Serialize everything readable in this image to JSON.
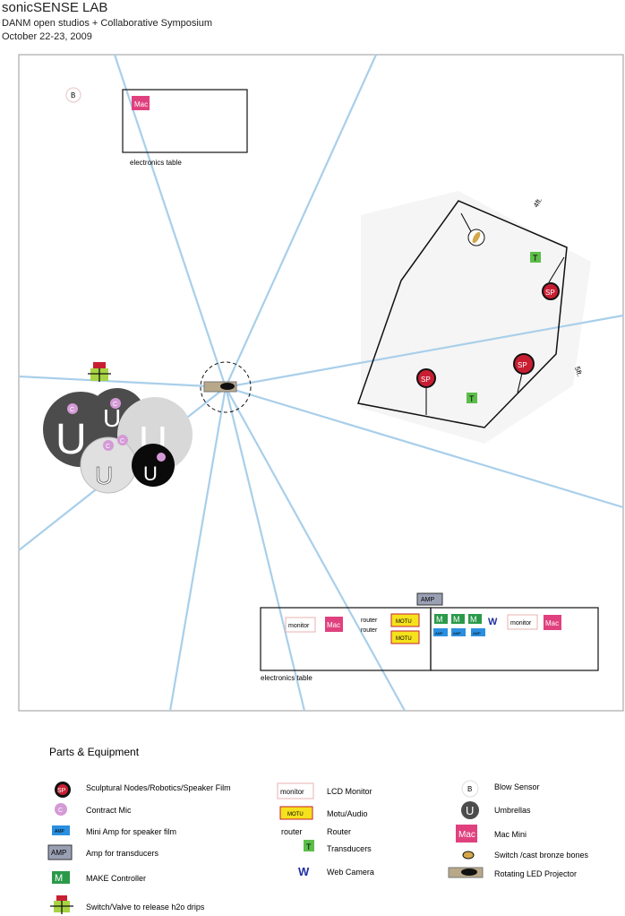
{
  "header": {
    "title": "sonicSENSE LAB",
    "subtitle": "DANM open studios + Collaborative Symposium",
    "date": "October 22-23, 2009"
  },
  "map": {
    "table_label": "electronics table",
    "dim_4ft": "4ft.",
    "dim_5ft": "5ft.",
    "sym": {
      "sp": "SP",
      "c": "C",
      "amp": "AMP",
      "m": "M",
      "t": "T",
      "w": "W",
      "b": "B",
      "u": "U",
      "mac": "Mac",
      "monitor": "monitor",
      "motu": "MOTU",
      "router": "router"
    }
  },
  "legend": {
    "title": "Parts & Equipment",
    "items": [
      "Sculptural Nodes/Robotics/Speaker Film",
      "Contract Mic",
      "Mini Amp for speaker film",
      "Amp for transducers",
      "MAKE Controller",
      "Switch/Valve to release h2o drips",
      "LCD Monitor",
      "Motu/Audio",
      "Router",
      "Transducers",
      "Web Camera",
      "Blow Sensor",
      "Umbrellas",
      "Mac Mini",
      "Switch /cast bronze bones",
      "Rotating LED Projector"
    ]
  },
  "colors": {
    "sp": "#c81e32",
    "mic": "#d49ad6",
    "mini_amp": "#2a8fe0",
    "amp": "#9aa0b4",
    "make": "#2a9a4a",
    "transducer": "#5cbd4a",
    "mac": "#e0417e",
    "motu": "#f5e21c",
    "webcam": "#2030a0",
    "umbrella_dark": "#4c4c4c",
    "beam": "#a9cfea",
    "projector": "#b8a88a"
  }
}
